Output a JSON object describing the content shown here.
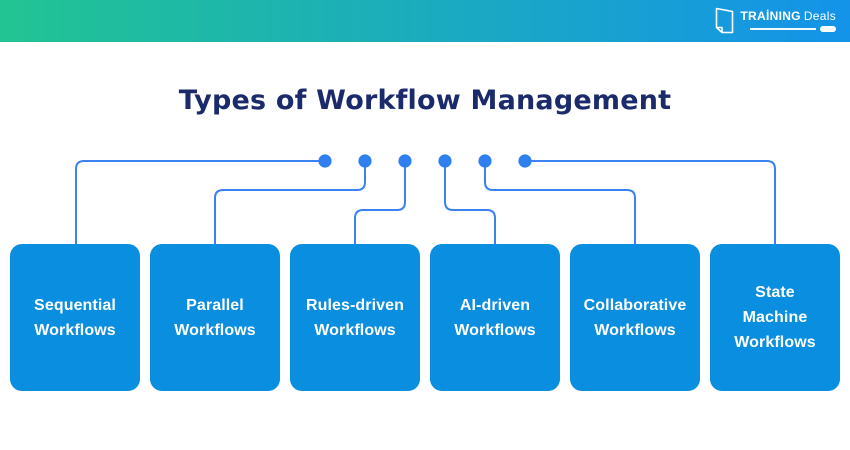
{
  "brand": {
    "name_primary": "TRAİNING",
    "name_secondary": "Deals"
  },
  "title": "Types of Workflow Management",
  "boxes": [
    {
      "label": "Sequential\nWorkflows"
    },
    {
      "label": "Parallel\nWorkflows"
    },
    {
      "label": "Rules-driven\nWorkflows"
    },
    {
      "label": "AI-driven\nWorkflows"
    },
    {
      "label": "Collaborative\nWorkflows"
    },
    {
      "label": "State\nMachine\nWorkflows"
    }
  ],
  "colors": {
    "banner-start": "#22c493",
    "banner-end": "#1493e9",
    "title-color": "#1b2a6b",
    "box-bg": "#0a8ee0",
    "box-text": "#ffffff",
    "connector": "#3b82f0",
    "dot": "#2e7ff0"
  }
}
